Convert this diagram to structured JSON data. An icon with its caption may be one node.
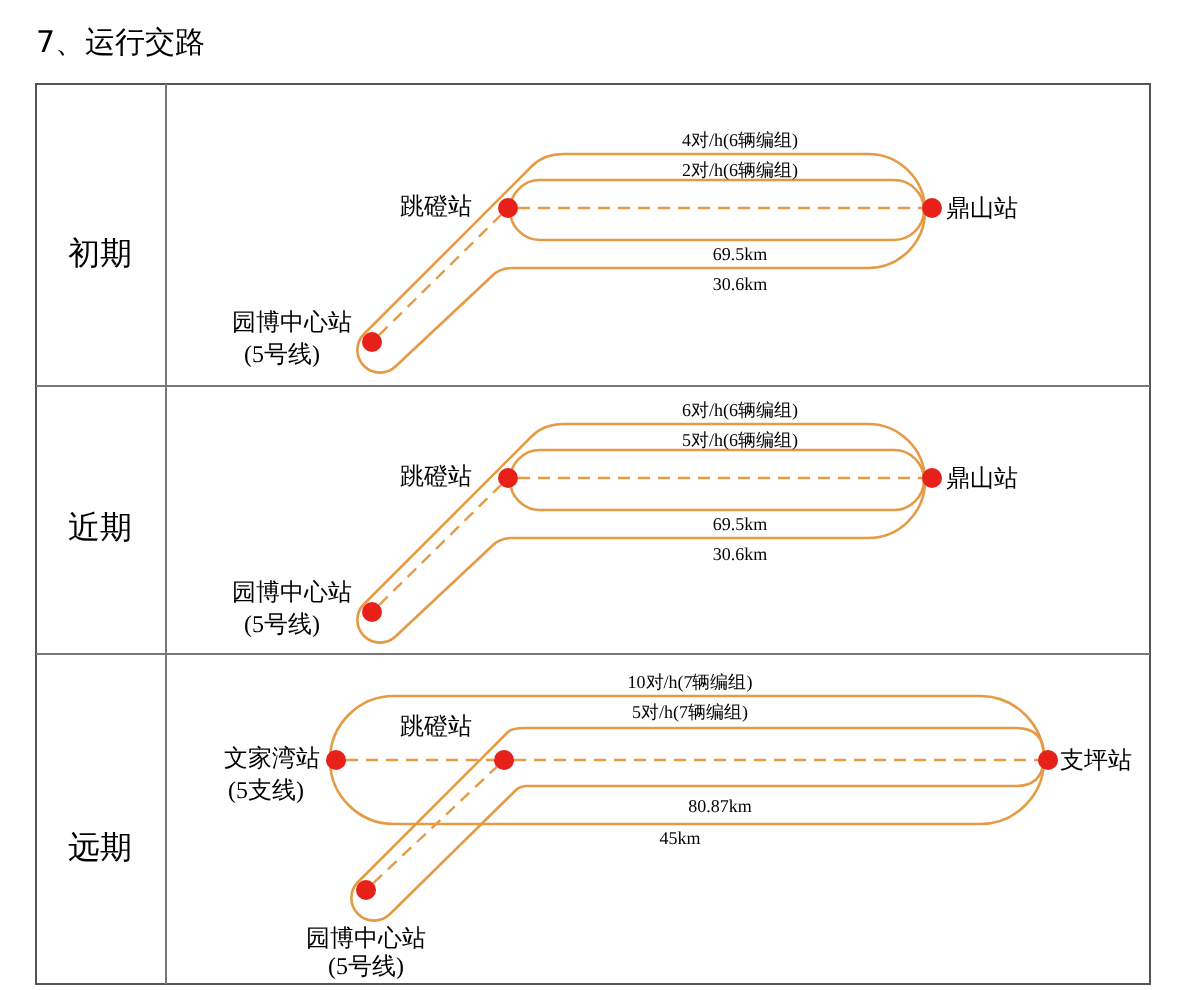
{
  "diagram": {
    "title": "7、运行交路",
    "nodes": [
      {
        "text": [
          "跳磴站"
        ]
      },
      {
        "text": [
          "鼎山站"
        ]
      },
      {
        "text": [
          "园博中心站",
          "(5号线)"
        ]
      },
      {
        "text": [
          "跳磴站"
        ]
      },
      {
        "text": [
          "鼎山站"
        ]
      },
      {
        "text": [
          "园博中心站",
          "(5号线)"
        ]
      },
      {
        "text": [
          "文家湾站",
          "(5支线)"
        ]
      },
      {
        "text": [
          "跳磴站"
        ]
      },
      {
        "text": [
          "支坪站"
        ]
      },
      {
        "text": [
          "园博中心站",
          "(5号线)"
        ]
      }
    ],
    "edges": [
      {
        "from": 0,
        "to": 1,
        "arrow": "none",
        "style": "dashed"
      },
      {
        "from": 2,
        "to": 0,
        "arrow": "none",
        "style": "dashed"
      },
      {
        "from": 3,
        "to": 4,
        "arrow": "none",
        "style": "dashed"
      },
      {
        "from": 5,
        "to": 3,
        "arrow": "none",
        "style": "dashed"
      },
      {
        "from": 6,
        "to": 7,
        "arrow": "none",
        "style": "dashed"
      },
      {
        "from": 7,
        "to": 8,
        "arrow": "none",
        "style": "dashed"
      },
      {
        "from": 9,
        "to": 7,
        "arrow": "none",
        "style": "dashed"
      }
    ],
    "labels": [
      "初期",
      "4对/h(6辆编组)",
      "2对/h(6辆编组)",
      "69.5km",
      "30.6km",
      "近期",
      "6对/h(6辆编组)",
      "5对/h(6辆编组)",
      "69.5km",
      "30.6km",
      "远期",
      "10对/h(7辆编组)",
      "5对/h(7辆编组)",
      "80.87km",
      "45km"
    ]
  }
}
